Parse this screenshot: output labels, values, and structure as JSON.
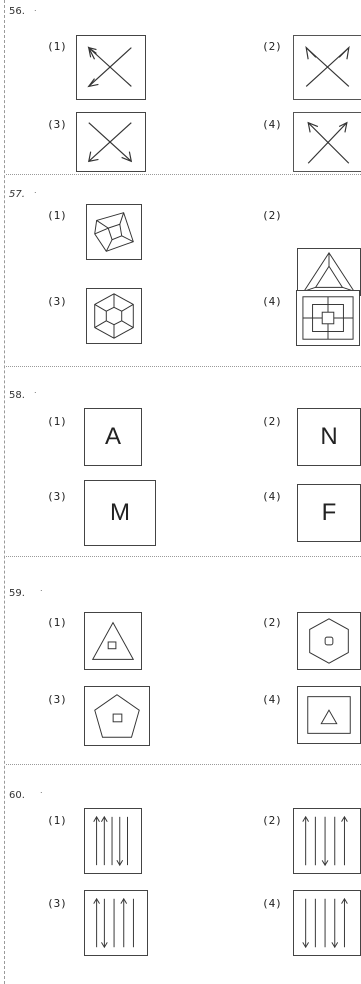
{
  "questions": [
    {
      "number": "56.",
      "options": [
        "(1)",
        "(2)",
        "(3)",
        "(4)"
      ]
    },
    {
      "number": "57.",
      "options": [
        "(1)",
        "(2)",
        "(3)",
        "(4)"
      ]
    },
    {
      "number": "58.",
      "options": [
        "(1)",
        "(2)",
        "(3)",
        "(4)"
      ],
      "letters": [
        "A",
        "N",
        "M",
        "F"
      ]
    },
    {
      "number": "59.",
      "options": [
        "(1)",
        "(2)",
        "(3)",
        "(4)"
      ]
    },
    {
      "number": "60.",
      "options": [
        "(1)",
        "(2)",
        "(3)",
        "(4)"
      ]
    }
  ],
  "figure_icons": {
    "q56": [
      "cross-arrows-icon",
      "cross-arrows-icon",
      "cross-arrows-icon",
      "cross-arrows-icon"
    ],
    "q57": [
      "nested-square-pentagon-icon",
      "nested-triangles-icon",
      "hexagon-spokes-icon",
      "nested-squares-icon"
    ],
    "q59": [
      "triangle-square-icon",
      "hexagon-square-icon",
      "pentagon-square-icon",
      "square-triangle-icon"
    ],
    "q60": [
      "vertical-arrows-icon",
      "vertical-arrows-icon",
      "vertical-arrows-icon",
      "vertical-arrows-icon"
    ]
  }
}
